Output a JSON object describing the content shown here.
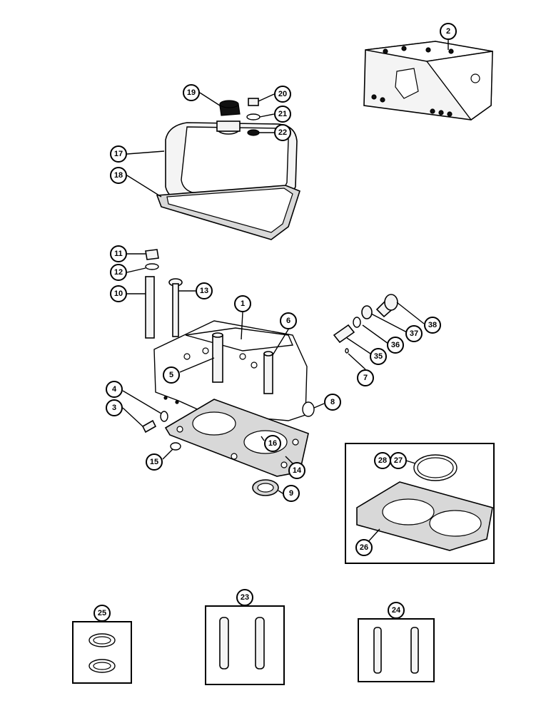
{
  "callouts": [
    {
      "id": "1",
      "label": "1"
    },
    {
      "id": "2",
      "label": "2"
    },
    {
      "id": "3",
      "label": "3"
    },
    {
      "id": "4",
      "label": "4"
    },
    {
      "id": "5",
      "label": "5"
    },
    {
      "id": "6",
      "label": "6"
    },
    {
      "id": "7",
      "label": "7"
    },
    {
      "id": "8",
      "label": "8"
    },
    {
      "id": "9",
      "label": "9"
    },
    {
      "id": "10",
      "label": "10"
    },
    {
      "id": "11",
      "label": "11"
    },
    {
      "id": "12",
      "label": "12"
    },
    {
      "id": "13",
      "label": "13"
    },
    {
      "id": "14",
      "label": "14"
    },
    {
      "id": "15",
      "label": "15"
    },
    {
      "id": "16",
      "label": "16"
    },
    {
      "id": "17",
      "label": "17"
    },
    {
      "id": "18",
      "label": "18"
    },
    {
      "id": "19",
      "label": "19"
    },
    {
      "id": "20",
      "label": "20"
    },
    {
      "id": "21",
      "label": "21"
    },
    {
      "id": "22",
      "label": "22"
    },
    {
      "id": "23",
      "label": "23"
    },
    {
      "id": "24",
      "label": "24"
    },
    {
      "id": "25",
      "label": "25"
    },
    {
      "id": "26",
      "label": "26"
    },
    {
      "id": "27",
      "label": "27"
    },
    {
      "id": "28",
      "label": "28"
    },
    {
      "id": "35",
      "label": "35"
    },
    {
      "id": "36",
      "label": "36"
    },
    {
      "id": "37",
      "label": "37"
    },
    {
      "id": "38",
      "label": "38"
    }
  ]
}
